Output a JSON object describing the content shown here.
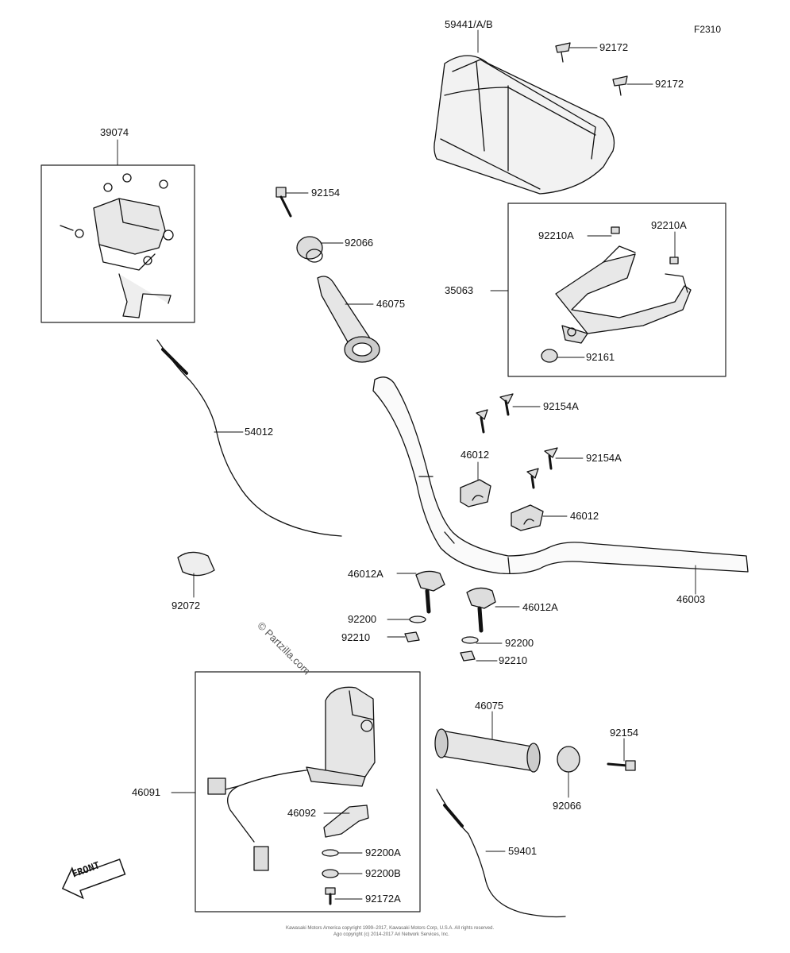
{
  "figure_code": "F2310",
  "watermark": "© Partzilla.com",
  "front_label": "FRONT",
  "footer": {
    "line1": "Kawasaki Motors America copyright 1999–2017, Kawasaki Motors Corp, U.S.A. All rights reserved.",
    "line2": "Ago copyright (c) 2014-2017 Ari Network Services, Inc."
  },
  "labels": {
    "l59441": "59441/A/B",
    "l92172a": "92172",
    "l92172b": "92172",
    "l39074": "39074",
    "l92154a": "92154",
    "l92066a": "92066",
    "l46075a": "46075",
    "l35063": "35063",
    "l92210Aa": "92210A",
    "l92210Ab": "92210A",
    "l92161": "92161",
    "l54012": "54012",
    "l92154Aa": "92154A",
    "l46012a": "46012",
    "l92154Ab": "92154A",
    "l46012b": "46012",
    "l92072": "92072",
    "l46012Aa": "46012A",
    "l46012Ab": "46012A",
    "l46003": "46003",
    "l92200a": "92200",
    "l92210a": "92210",
    "l92200b": "92200",
    "l92210b": "92210",
    "l46075b": "46075",
    "l92154b": "92154",
    "l46091": "46091",
    "l92066b": "92066",
    "l46092": "46092",
    "l59401": "59401",
    "l92200A": "92200A",
    "l92200B": "92200B",
    "l92172A": "92172A"
  }
}
